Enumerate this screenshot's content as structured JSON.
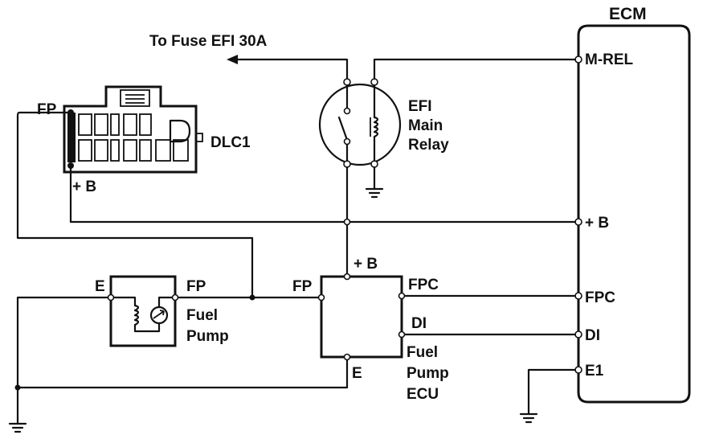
{
  "ecm": {
    "title": "ECM",
    "pins": {
      "m_rel": "M-REL",
      "plus_b": "+ B",
      "fpc": "FPC",
      "di": "DI",
      "e1": "E1"
    }
  },
  "fuse": {
    "label": "To Fuse EFI 30A"
  },
  "relay": {
    "label_lines": [
      "EFI",
      "Main",
      "Relay"
    ]
  },
  "dlc1": {
    "label": "DLC1",
    "pin_fp": "FP",
    "pin_plus_b": "+ B"
  },
  "fuel_pump": {
    "pin_e": "E",
    "pin_fp": "FP",
    "label_lines": [
      "Fuel",
      "Pump"
    ]
  },
  "fuel_pump_ecu": {
    "pin_fp": "FP",
    "pin_plus_b": "+ B",
    "pin_fpc": "FPC",
    "pin_di": "DI",
    "pin_e": "E",
    "label_lines": [
      "Fuel",
      "Pump",
      "ECU"
    ]
  }
}
